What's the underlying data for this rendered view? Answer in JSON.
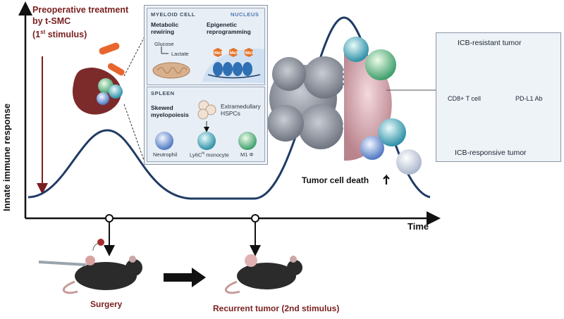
{
  "axes": {
    "y_label": "Innate immune response",
    "x_label": "Time"
  },
  "treatment": {
    "line1": "Preoperative treatment",
    "line2": "by t-SMC",
    "line3_pre": "(1",
    "line3_sup": "st",
    "line3_post": " stimulus)"
  },
  "myeloid_panel": {
    "header_left": "MYELOID CELL",
    "header_right": "NUCLEUS",
    "metabolic": "Metabolic rewiring",
    "glucose": "Glucose",
    "lactate": "Lactate",
    "epigenetic": "Epigenetic reprogramming",
    "mark": "Me3"
  },
  "spleen_panel": {
    "header": "SPLEEN",
    "skewed": "Skewed myelopoiesis",
    "hspc": "Extramedullary HSPCs",
    "neutrophil": "Neutrophil",
    "monocyte_pre": "Ly6C",
    "monocyte_sup": "hi",
    "monocyte_post": " monocyte",
    "m1": "M1 Φ"
  },
  "tumor": {
    "death_label": "Tumor cell death"
  },
  "icb_panel": {
    "resistant": "ICB-resistant tumor",
    "cd8": "CD8+ T cell",
    "pdl1": "PD-L1 Ab",
    "responsive": "ICB-responsive tumor"
  },
  "events": {
    "surgery": "Surgery",
    "recurrent": "Recurrent tumor (2nd stimulus)"
  },
  "colors": {
    "curve": "#1f3b64",
    "accent": "#7a1f1f",
    "panel_bg": "#eef3f8"
  }
}
